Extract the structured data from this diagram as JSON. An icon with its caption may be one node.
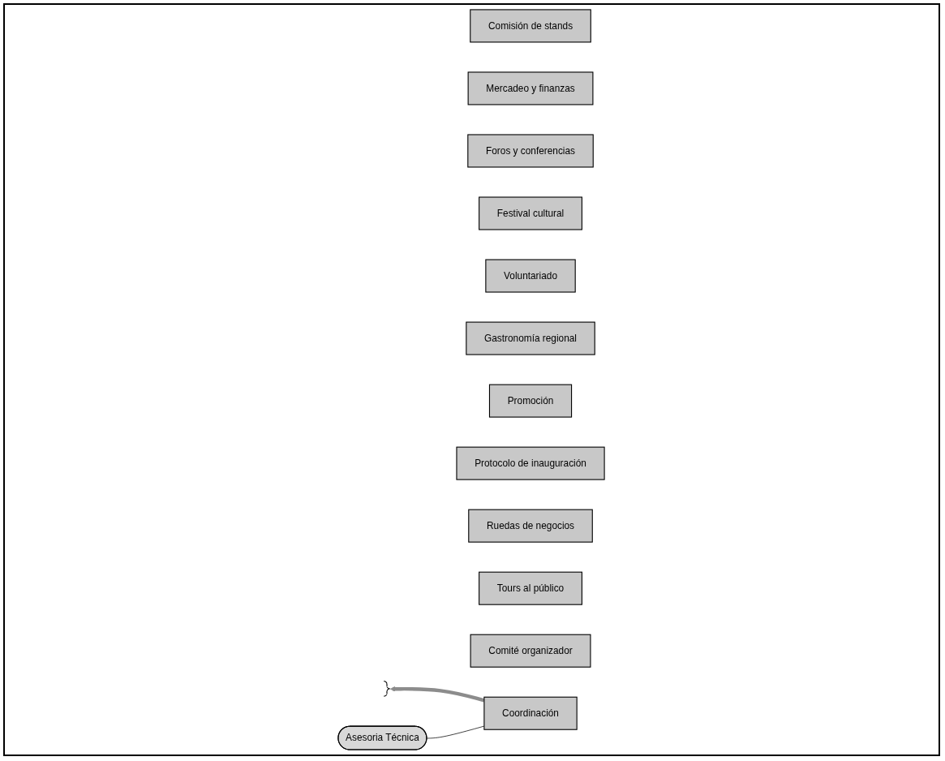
{
  "diagram": {
    "nodes": [
      {
        "text": [
          "Comisión de stands"
        ]
      },
      {
        "text": [
          "Mercadeo y finanzas"
        ]
      },
      {
        "text": [
          "Foros y conferencias"
        ]
      },
      {
        "text": [
          "Festival cultural"
        ]
      },
      {
        "text": [
          "Voluntariado"
        ]
      },
      {
        "text": [
          "Gastronomía regional"
        ]
      },
      {
        "text": [
          "Promoción"
        ]
      },
      {
        "text": [
          "Protocolo de inauguración"
        ]
      },
      {
        "text": [
          "Ruedas de negocios"
        ]
      },
      {
        "text": [
          "Tours al público"
        ]
      },
      {
        "text": [],
        "shape": "bracket"
      },
      {
        "text": [
          "Comité organizador"
        ]
      },
      {
        "text": [
          "Coordinación"
        ]
      },
      {
        "text": [
          "Asesoria Técnica"
        ]
      }
    ],
    "edges": [
      {
        "from": 12,
        "to": 10,
        "arrow": "to",
        "style": "thick",
        "color": "#8c8c8c"
      },
      {
        "from": 12,
        "to": 13,
        "arrow": "none",
        "color": "#000000"
      }
    ]
  }
}
